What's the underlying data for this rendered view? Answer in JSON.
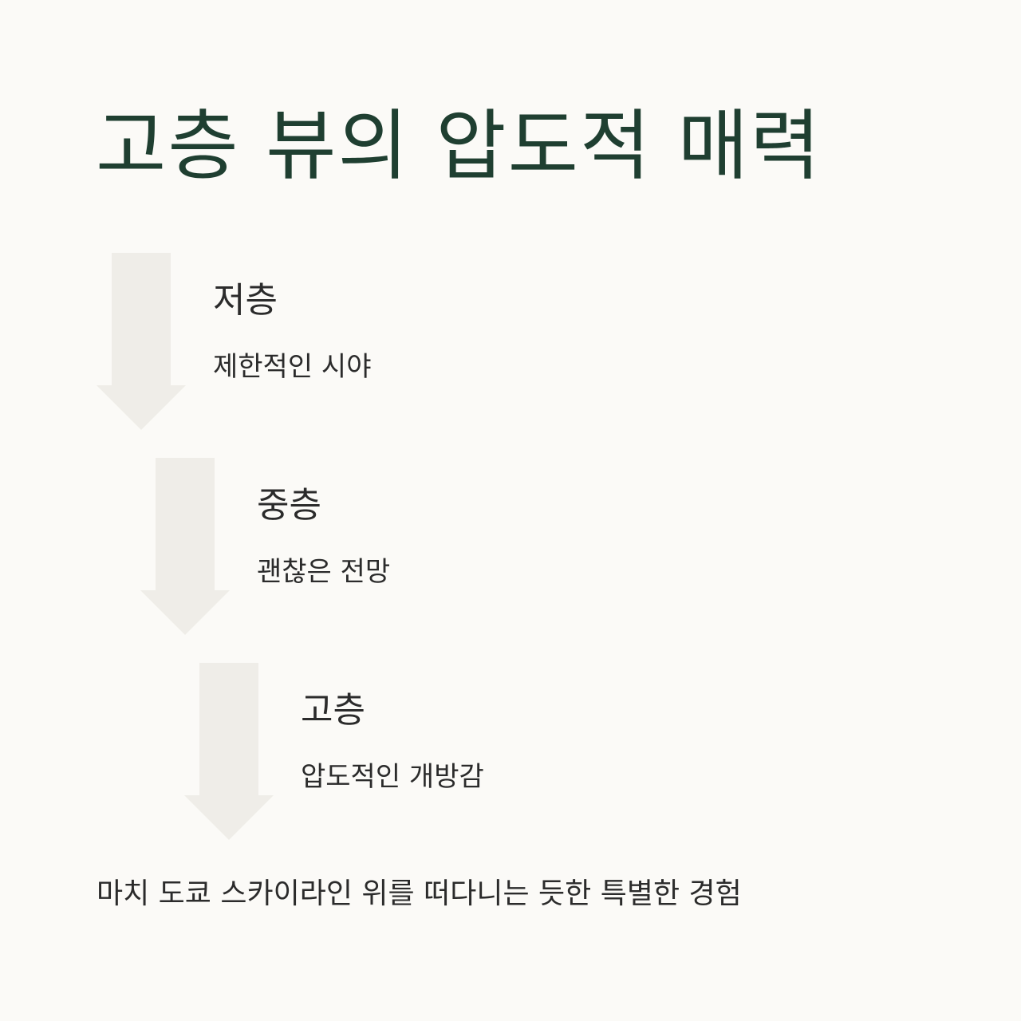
{
  "title": "고층 뷰의 압도적 매력",
  "steps": [
    {
      "name": "저층",
      "description": "제한적인 시야"
    },
    {
      "name": "중층",
      "description": "괜찮은 전망"
    },
    {
      "name": "고층",
      "description": "압도적인 개방감"
    }
  ],
  "footer": "마치 도쿄 스카이라인 위를 떠다니는 듯한 특별한 경험",
  "colors": {
    "background": "#fbfaf7",
    "title": "#1f3f31",
    "text": "#2b2b2b",
    "arrow": "#efede8"
  }
}
